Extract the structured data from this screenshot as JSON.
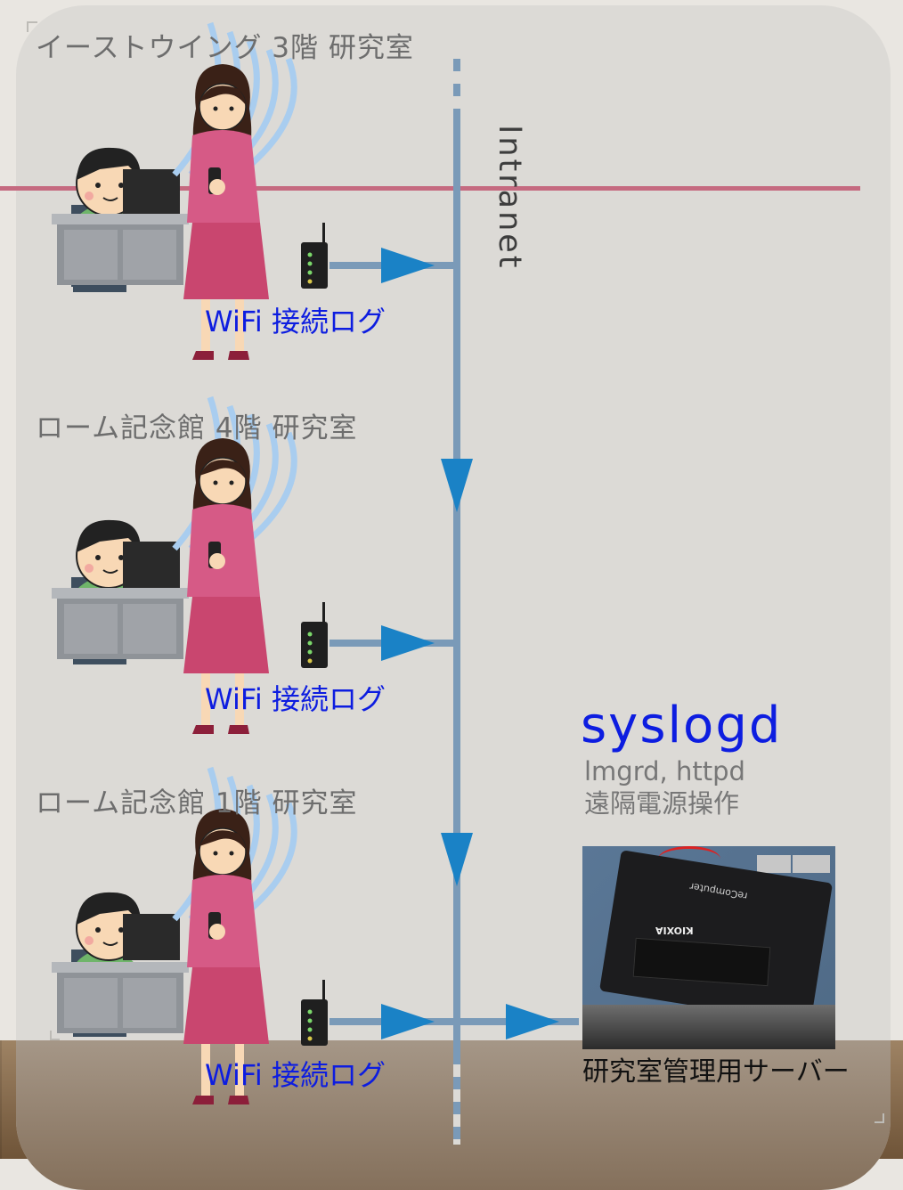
{
  "rooms": [
    {
      "label": "イーストウイング 3階 研究室",
      "wifi_label": "WiFi 接続ログ"
    },
    {
      "label": "ローム記念館 4階 研究室",
      "wifi_label": "WiFi 接続ログ"
    },
    {
      "label": "ローム記念館 1階 研究室",
      "wifi_label": "WiFi 接続ログ"
    }
  ],
  "network": {
    "label": "Intranet"
  },
  "server": {
    "title": "syslogd",
    "services_line1": "lmgrd, httpd",
    "services_line2": "遠隔電源操作",
    "caption": "研究室管理用サーバー",
    "board_brand": "reComputer",
    "ssd_brand": "KIOXIA"
  },
  "colors": {
    "link": "#0d1de0",
    "line": "#7a9ab8",
    "arrow": "#1a82c6",
    "accent_line": "#c56a80"
  }
}
